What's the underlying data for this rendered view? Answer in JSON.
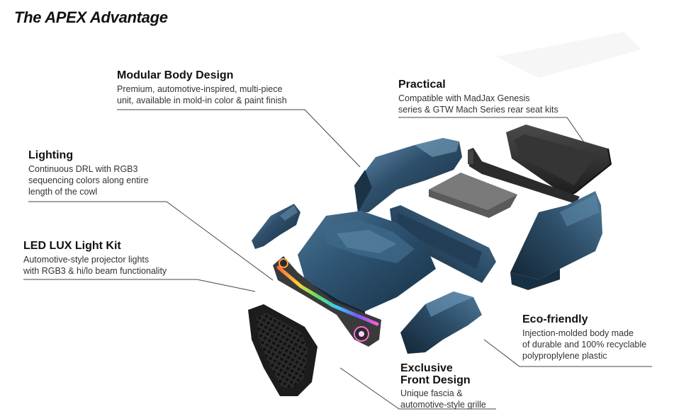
{
  "page": {
    "title": "The APEX Advantage"
  },
  "callouts": {
    "modular": {
      "heading": "Modular Body Design",
      "desc1": "Premium, automotive-inspired, multi-piece",
      "desc2": "unit, available in mold-in color & paint finish"
    },
    "practical": {
      "heading": "Practical",
      "desc1": "Compatible with MadJax Genesis",
      "desc2": "series & GTW Mach Series rear seat kits"
    },
    "lighting": {
      "heading": "Lighting",
      "desc1": "Continuous DRL with RGB3",
      "desc2": "sequencing colors along entire",
      "desc3": "length of the cowl"
    },
    "ledlux": {
      "heading": "LED LUX Light Kit",
      "desc1": "Automotive-style projector lights",
      "desc2": "with RGB3 & hi/lo beam functionality"
    },
    "eco": {
      "heading": "Eco-friendly",
      "desc1": "Injection-molded body made",
      "desc2": "of durable and 100% recyclable",
      "desc3": "polyproplylene plastic"
    },
    "front": {
      "heading1": "Exclusive",
      "heading2": "Front Design",
      "desc1": "Unique fascia &",
      "desc2": "automotive-style  grille"
    }
  },
  "colors": {
    "body_panel": "#2e4f6b",
    "body_panel_dark": "#1b3347",
    "body_panel_light": "#5b86a6",
    "plastic_dark": "#2a2a2a",
    "leader_line": "#444444"
  }
}
